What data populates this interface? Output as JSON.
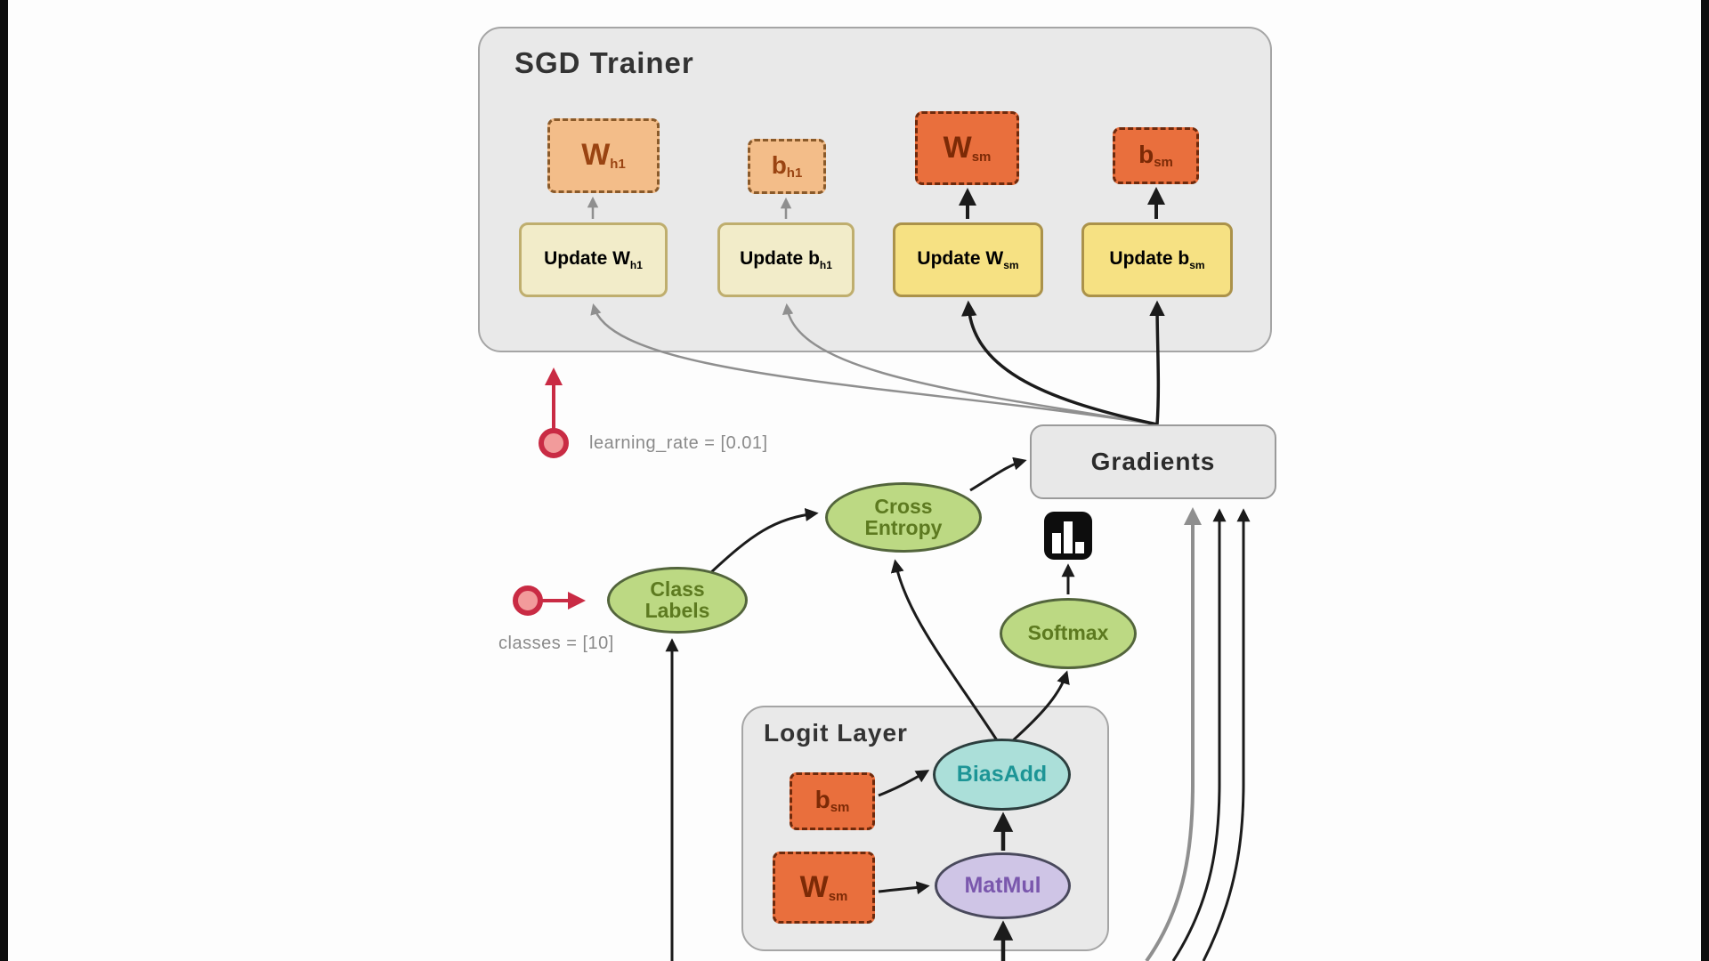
{
  "colors": {
    "annotation-red": "#c92b44",
    "param-light": "#f3bd89",
    "param-light-border": "#8a5a2a",
    "param-light-text": "#9a4412",
    "param-dark": "#e96f3d",
    "param-dark-border": "#6f2a0c",
    "param-dark-text": "#7c2a06",
    "update-light": "#f2ecc9",
    "update-light-border": "#bfae6e",
    "update-dark": "#f6e183",
    "update-dark-border": "#ab924a",
    "node-green": "#bcd983",
    "node-green-border": "#53653c",
    "node-green-text": "#5d7a20",
    "node-teal": "#abdfd9",
    "node-teal-border": "#2c3e3e",
    "node-teal-text": "#1d9596",
    "node-purple": "#cfc5e6",
    "node-purple-border": "#49495c",
    "node-purple-text": "#7a57ad",
    "panel-fill": "#e9e9e9",
    "panel-border": "#a5a5a5",
    "wire-black": "#1b1b1b",
    "wire-gray": "#8f8f8f",
    "annotation-text": "#8a8a8a",
    "title-text": "#333333"
  },
  "sgd_trainer": {
    "title": "SGD Trainer",
    "params": {
      "w_h1": {
        "base": "W",
        "sub": "h1"
      },
      "b_h1": {
        "base": "b",
        "sub": "h1"
      },
      "w_sm": {
        "base": "W",
        "sub": "sm"
      },
      "b_sm": {
        "base": "b",
        "sub": "sm"
      }
    },
    "updates": {
      "w_h1": {
        "label": "Update W",
        "sub": "h1"
      },
      "b_h1": {
        "label": "Update b",
        "sub": "h1"
      },
      "w_sm": {
        "label": "Update W",
        "sub": "sm"
      },
      "b_sm": {
        "label": "Update b",
        "sub": "sm"
      }
    }
  },
  "gradients": {
    "label": "Gradients"
  },
  "annotations": {
    "learning_rate": "learning_rate = [0.01]",
    "classes": "classes = [10]"
  },
  "nodes": {
    "class_labels": {
      "line1": "Class",
      "line2": "Labels"
    },
    "cross_entropy": {
      "line1": "Cross",
      "line2": "Entropy"
    },
    "softmax": {
      "label": "Softmax"
    },
    "bias_add": {
      "label": "BiasAdd"
    },
    "mat_mul": {
      "label": "MatMul"
    }
  },
  "logit_layer": {
    "title": "Logit Layer",
    "params": {
      "b_sm": {
        "base": "b",
        "sub": "sm"
      },
      "w_sm": {
        "base": "W",
        "sub": "sm"
      }
    }
  },
  "icons": {
    "histogram_summary": "histogram-bars"
  }
}
